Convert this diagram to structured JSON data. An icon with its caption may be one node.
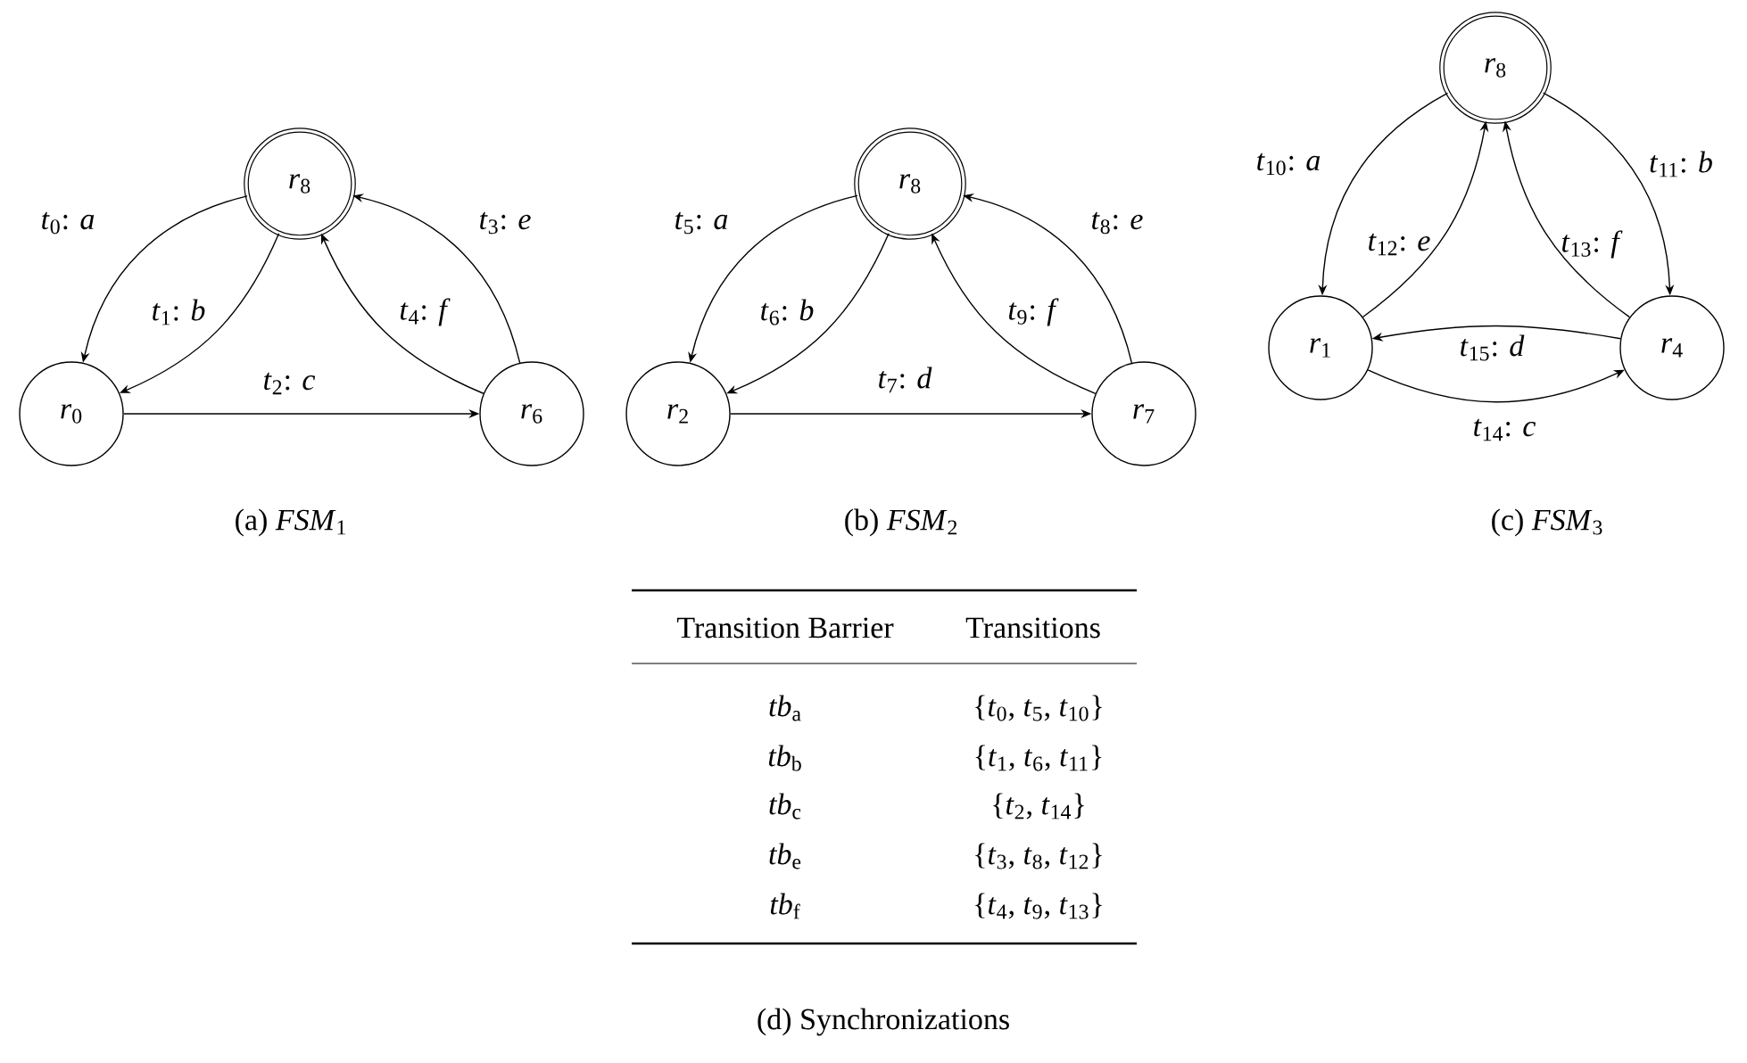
{
  "diagram": {
    "nodes": [
      {
        "text": [
          "*r*$_{8}$"
        ]
      },
      {
        "text": [
          "*r*$_{0}$"
        ]
      },
      {
        "text": [
          "*r*$_{6}$"
        ]
      },
      {
        "text": [
          "*r*$_{8}$"
        ]
      },
      {
        "text": [
          "*r*$_{2}$"
        ]
      },
      {
        "text": [
          "*r*$_{7}$"
        ]
      },
      {
        "text": [
          "*r*$_{8}$"
        ]
      },
      {
        "text": [
          "*r*$_{1}$"
        ]
      },
      {
        "text": [
          "*r*$_{4}$"
        ]
      }
    ],
    "edges": [
      {
        "from": 0,
        "to": 1,
        "arrow": "to",
        "label": "*t*$_{0}$: *a*"
      },
      {
        "from": 0,
        "to": 1,
        "arrow": "to",
        "label": "*t*$_{1}$: *b*"
      },
      {
        "from": 1,
        "to": 2,
        "arrow": "to",
        "label": "*t*$_{2}$: *c*"
      },
      {
        "from": 2,
        "to": 0,
        "arrow": "to",
        "label": "*t*$_{3}$: *e*"
      },
      {
        "from": 2,
        "to": 0,
        "arrow": "to",
        "label": "*t*$_{4}$: *f*"
      },
      {
        "from": 3,
        "to": 4,
        "arrow": "to",
        "label": "*t*$_{5}$: *a*"
      },
      {
        "from": 3,
        "to": 4,
        "arrow": "to",
        "label": "*t*$_{6}$: *b*"
      },
      {
        "from": 4,
        "to": 5,
        "arrow": "to",
        "label": "*t*$_{7}$: *d*"
      },
      {
        "from": 5,
        "to": 3,
        "arrow": "to",
        "label": "*t*$_{8}$: *e*"
      },
      {
        "from": 5,
        "to": 3,
        "arrow": "to",
        "label": "*t*$_{9}$: *f*"
      },
      {
        "from": 6,
        "to": 7,
        "arrow": "to",
        "label": "*t*$_{10}$: *a*"
      },
      {
        "from": 6,
        "to": 8,
        "arrow": "to",
        "label": "*t*$_{11}$: *b*"
      },
      {
        "from": 7,
        "to": 6,
        "arrow": "to",
        "label": "*t*$_{12}$: *e*"
      },
      {
        "from": 8,
        "to": 6,
        "arrow": "to",
        "label": "*t*$_{13}$: *f*"
      },
      {
        "from": 7,
        "to": 8,
        "arrow": "to",
        "label": "*t*$_{14}$: *c*"
      },
      {
        "from": 8,
        "to": 7,
        "arrow": "to",
        "label": "*t*$_{15}$: *d*"
      }
    ],
    "labels": [
      "(a)  *FSM*$_{1}$",
      "(b)  *FSM*$_{2}$",
      "(c)  *FSM*$_{3}$",
      "Transition Barrier",
      "Transitions",
      "*tb*$_{a}$",
      "{*t*$_{0}$, *t*$_{5}$, *t*$_{10}$}",
      "*tb*$_{b}$",
      "{*t*$_{1}$, *t*$_{6}$, *t*$_{11}$}",
      "*tb*$_{c}$",
      "{*t*$_{2}$, *t*$_{14}$}",
      "*tb*$_{e}$",
      "{*t*$_{3}$, *t*$_{8}$, *t*$_{12}$}",
      "*tb*$_{f}$",
      "{*t*$_{4}$, *t*$_{9}$, *t*$_{13}$}",
      "(d)  Synchronizations"
    ]
  }
}
